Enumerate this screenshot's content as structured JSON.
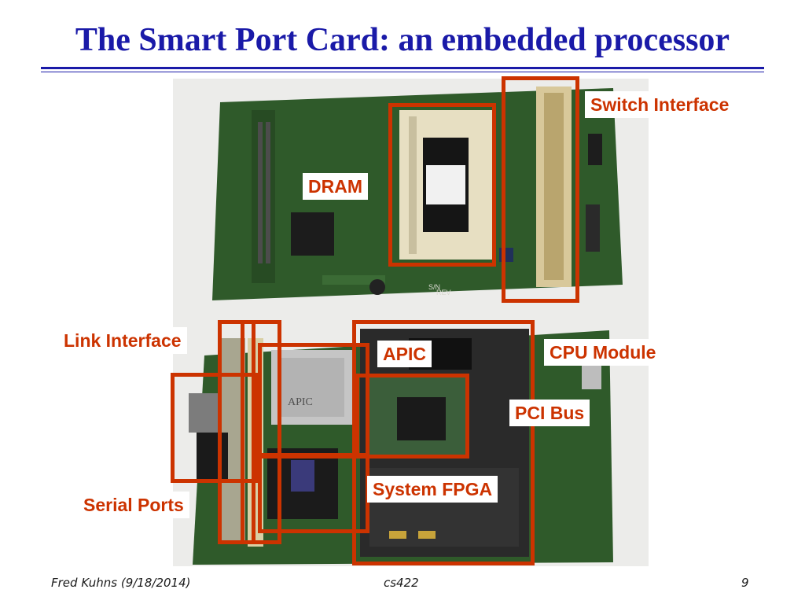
{
  "slide": {
    "title": "The Smart Port Card: an embedded processor",
    "page_number": "9"
  },
  "labels": {
    "switch_interface": "Switch Interface",
    "dram": "DRAM",
    "link_interface": "Link Interface",
    "apic": "APIC",
    "cpu_module": "CPU Module",
    "pci_bus": "PCI Bus",
    "system_fpga": "System FPGA",
    "serial_ports": "Serial Ports"
  },
  "board_markings": {
    "apic_chip": "APIC",
    "silkscreen_sn": "S/N",
    "silkscreen_rev": "REV"
  },
  "footer": {
    "author_date": "Fred Kuhns (9/18/2014)",
    "course": "cs422"
  },
  "colors": {
    "title": "#1a1aa8",
    "highlight": "#cc3300",
    "pcb_green": "#2f5a2a"
  }
}
